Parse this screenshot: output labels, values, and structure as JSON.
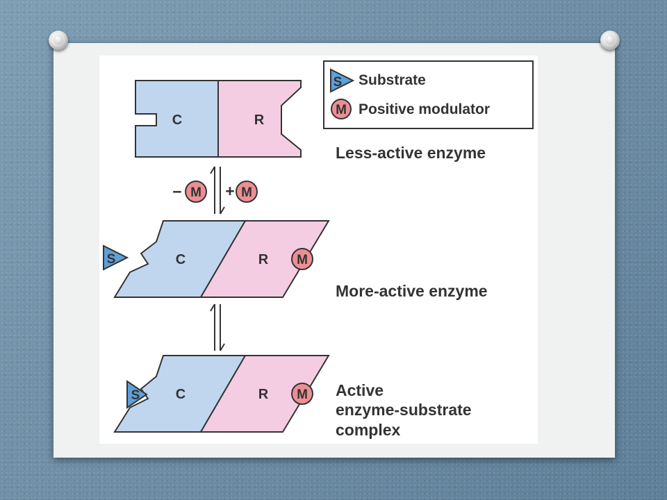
{
  "legend": {
    "substrate_symbol": "S",
    "substrate_label": "Substrate",
    "modulator_symbol": "M",
    "modulator_label": "Positive modulator"
  },
  "subunits": {
    "catalytic": "C",
    "regulatory": "R"
  },
  "states": [
    {
      "label": "Less-active enzyme"
    },
    {
      "label": "More-active enzyme"
    },
    {
      "label_lines": [
        "Active",
        "enzyme-substrate",
        "complex"
      ]
    }
  ],
  "transition_1": {
    "minus_sign": "−",
    "plus_sign": "+",
    "modulator": "M"
  },
  "colors": {
    "catalytic_fill": "#c0d6ee",
    "regulatory_fill": "#f4cde2",
    "substrate_fill": "#5ea0d8",
    "modulator_fill": "#ec8f95",
    "outline": "#333333",
    "slide_background": "#6f8fa6"
  }
}
